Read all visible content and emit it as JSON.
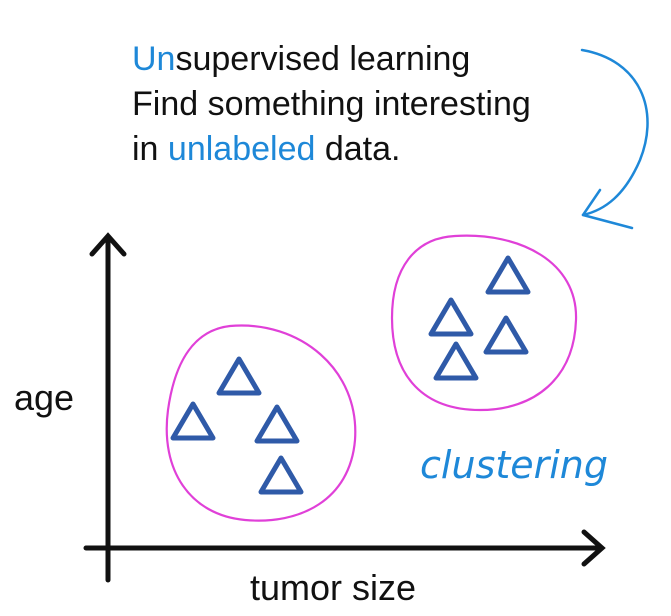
{
  "title": {
    "line1": {
      "accent": "Un",
      "rest": "supervised learning"
    },
    "line2": "Find something interesting",
    "line3": {
      "before": "in ",
      "accent": "unlabeled",
      "after": " data."
    }
  },
  "axes": {
    "y_label": "age",
    "x_label": "tumor size"
  },
  "annotation": "clustering",
  "colors": {
    "accent_text": "#1e88d8",
    "ink": "#111111",
    "marker": "#2f5aa8",
    "cluster_outline": "#e040d8",
    "annotation": "#1e88d8",
    "arrow": "#1e88d8"
  },
  "icons": {
    "marker": "triangle-icon"
  },
  "clusters": [
    {
      "name": "cluster-left",
      "point_count": 4
    },
    {
      "name": "cluster-right",
      "point_count": 4
    }
  ]
}
